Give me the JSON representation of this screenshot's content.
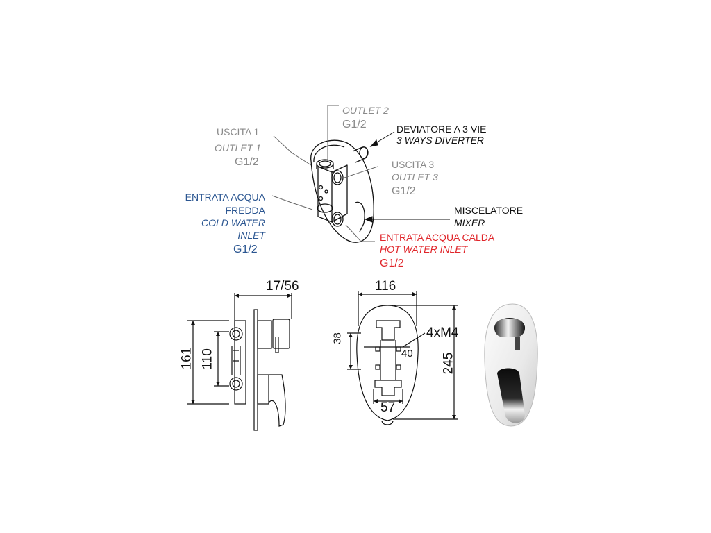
{
  "labels": {
    "outlet2": {
      "line1": "OUTLET 2",
      "line2": "G1/2"
    },
    "outlet1": {
      "line1": "USCITA 1",
      "line2": "OUTLET 1",
      "line3": "G1/2"
    },
    "diverter": {
      "line1": "DEVIATORE A 3 VIE",
      "line2": "3 WAYS DIVERTER"
    },
    "outlet3": {
      "line1": "USCITA 3",
      "line2": "OUTLET 3",
      "line3": "G1/2"
    },
    "cold_inlet": {
      "line1": "ENTRATA ACQUA",
      "line2": "FREDDA",
      "line3": "COLD WATER",
      "line4": "INLET",
      "line5": "G1/2"
    },
    "mixer": {
      "line1": "MISCELATORE",
      "line2": "MIXER"
    },
    "hot_inlet": {
      "line1": "ENTRATA ACQUA CALDA",
      "line2": "HOT WATER INLET",
      "line3": "G1/2"
    }
  },
  "dimensions": {
    "side_depth": "17/56",
    "side_total_height": "161",
    "side_inlet_spacing": "110",
    "front_width": "116",
    "front_height": "245",
    "front_bolt": "4xM4",
    "front_38": "38",
    "front_40": "40",
    "front_57": "57"
  },
  "colors": {
    "gray_text": "#8a8a8a",
    "blue_text": "#2b5691",
    "red_text": "#e0262b",
    "line": "#111111"
  }
}
